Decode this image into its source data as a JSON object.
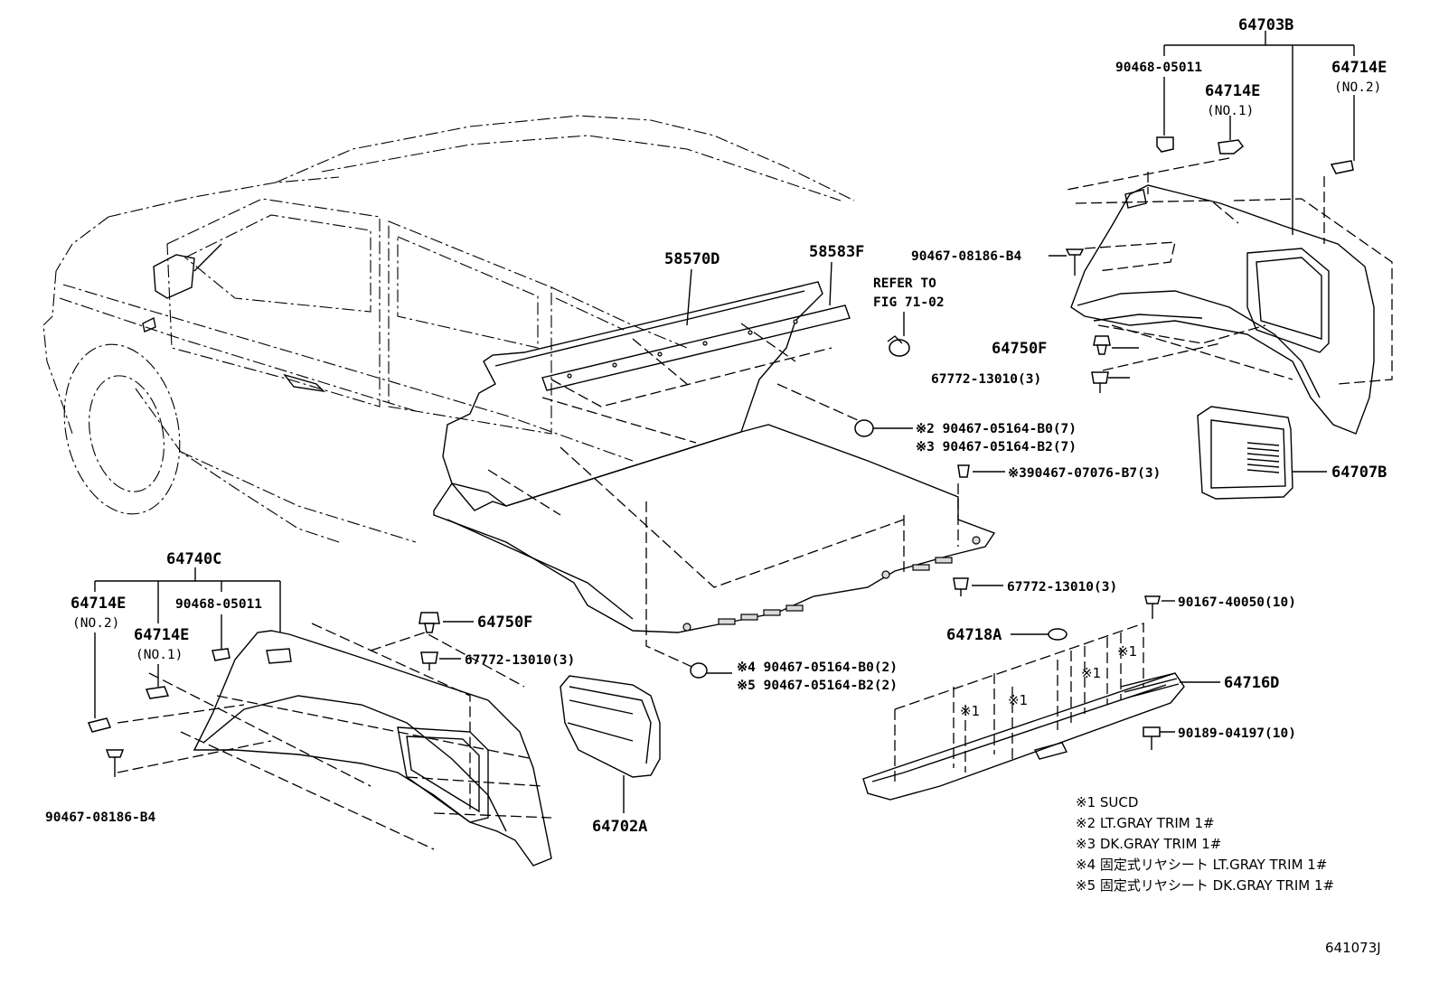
{
  "diagram": {
    "code": "641073J",
    "refer": {
      "line1": "REFER TO",
      "line2": "FIG 71-02"
    },
    "labels": {
      "p64703B": "64703B",
      "p90468_05011_top": "90468-05011",
      "p64714E_no1_top": "64714E",
      "p64714E_no1_top_sub": "(NO.1)",
      "p64714E_no2_top": "64714E",
      "p64714E_no2_top_sub": "(NO.2)",
      "p58570D": "58570D",
      "p58583F": "58583F",
      "p90467_08186_B4_top": "90467-08186-B4",
      "p64750F_top": "64750F",
      "p67772_13010_top": "67772-13010(3)",
      "s2_bolt": "※2 90467-05164-B0(7)",
      "s3_bolt": "※3 90467-05164-B2(7)",
      "s3_clip": "※390467-07076-B7(3)",
      "p64707B": "64707B",
      "p67772_13010_mid": "67772-13010(3)",
      "p90167_40050": "90167-40050(10)",
      "p64718A": "64718A",
      "p64716D": "64716D",
      "p90189_04197": "90189-04197(10)",
      "s4_bolt": "※4 90467-05164-B0(2)",
      "s5_bolt": "※5 90467-05164-B2(2)",
      "p64740C": "64740C",
      "p64714E_no2_left": "64714E",
      "p64714E_no2_left_sub": "(NO.2)",
      "p64714E_no1_left": "64714E",
      "p64714E_no1_left_sub": "(NO.1)",
      "p90468_05011_left": "90468-05011",
      "p64750F_left": "64750F",
      "p67772_13010_left": "67772-13010(3)",
      "p90467_08186_B4_left": "90467-08186-B4",
      "p64702A": "64702A",
      "sucd_1a": "※1",
      "sucd_1b": "※1",
      "sucd_1c": "※1",
      "sucd_1d": "※1"
    },
    "notes": [
      "※1 SUCD",
      "※2 LT.GRAY TRIM 1#",
      "※3 DK.GRAY TRIM 1#",
      "※4 固定式リヤシート LT.GRAY TRIM 1#",
      "※5 固定式リヤシート DK.GRAY TRIM 1#"
    ]
  }
}
